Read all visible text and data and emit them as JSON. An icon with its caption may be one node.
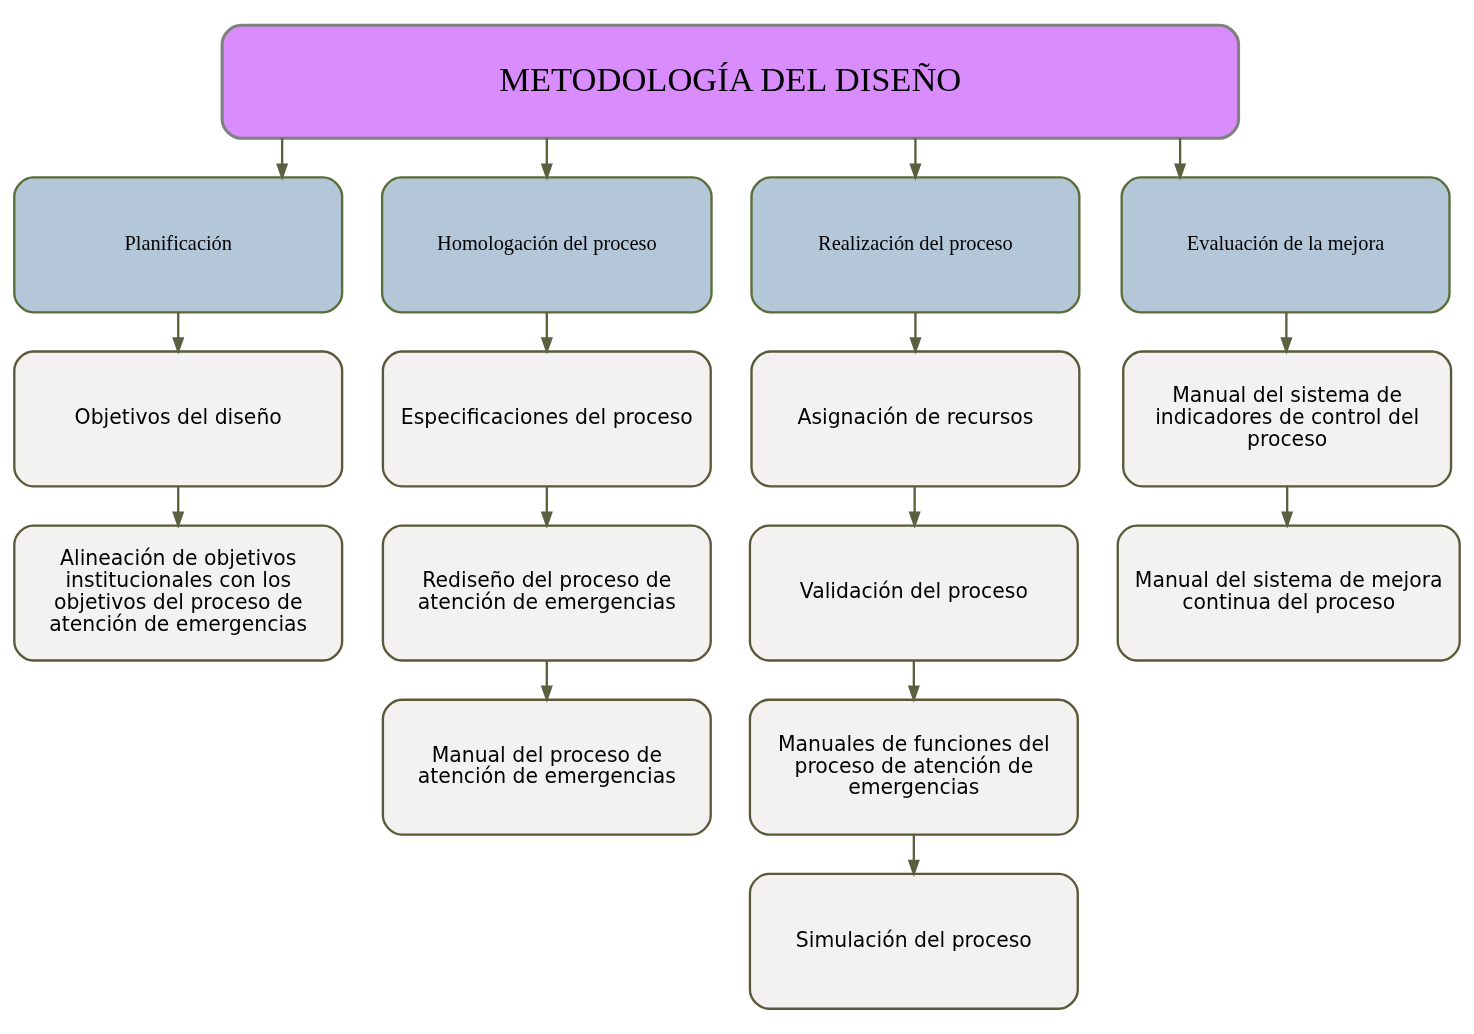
{
  "diagram": {
    "nodes": [
      {
        "text": [
          "METODOLOGÍA DEL DISEÑO"
        ]
      },
      {
        "text": [
          "Planificación"
        ]
      },
      {
        "text": [
          "Homologación del proceso"
        ]
      },
      {
        "text": [
          "Realización del proceso"
        ]
      },
      {
        "text": [
          "Evaluación de la mejora"
        ]
      },
      {
        "text": [
          "Objetivos del diseño"
        ]
      },
      {
        "text": [
          "Alineación de objetivos institucionales con los objetivos del proceso de atención de emergencias"
        ]
      },
      {
        "text": [
          "Especificaciones del proceso"
        ]
      },
      {
        "text": [
          "Rediseño del proceso de atención de emergencias"
        ]
      },
      {
        "text": [
          "Manual del proceso de atención de emergencias"
        ]
      },
      {
        "text": [
          "Asignación de recursos"
        ]
      },
      {
        "text": [
          "Validación del proceso"
        ]
      },
      {
        "text": [
          "Manuales de funciones del proceso de atención de emergencias"
        ]
      },
      {
        "text": [
          "Simulación del proceso"
        ]
      },
      {
        "text": [
          "Manual del sistema de indicadores de control del proceso"
        ]
      },
      {
        "text": [
          "Manual del sistema de mejora continua del proceso"
        ]
      }
    ],
    "edges": [
      {
        "from": 0,
        "to": 1,
        "arrow": "to"
      },
      {
        "from": 0,
        "to": 2,
        "arrow": "to"
      },
      {
        "from": 0,
        "to": 3,
        "arrow": "to"
      },
      {
        "from": 0,
        "to": 4,
        "arrow": "to"
      },
      {
        "from": 1,
        "to": 5,
        "arrow": "to"
      },
      {
        "from": 5,
        "to": 6,
        "arrow": "to"
      },
      {
        "from": 2,
        "to": 7,
        "arrow": "to"
      },
      {
        "from": 7,
        "to": 8,
        "arrow": "to"
      },
      {
        "from": 8,
        "to": 9,
        "arrow": "to"
      },
      {
        "from": 3,
        "to": 10,
        "arrow": "to"
      },
      {
        "from": 10,
        "to": 11,
        "arrow": "to"
      },
      {
        "from": 11,
        "to": 12,
        "arrow": "to"
      },
      {
        "from": 12,
        "to": 13,
        "arrow": "to"
      },
      {
        "from": 4,
        "to": 14,
        "arrow": "to"
      },
      {
        "from": 14,
        "to": 15,
        "arrow": "to"
      }
    ]
  }
}
